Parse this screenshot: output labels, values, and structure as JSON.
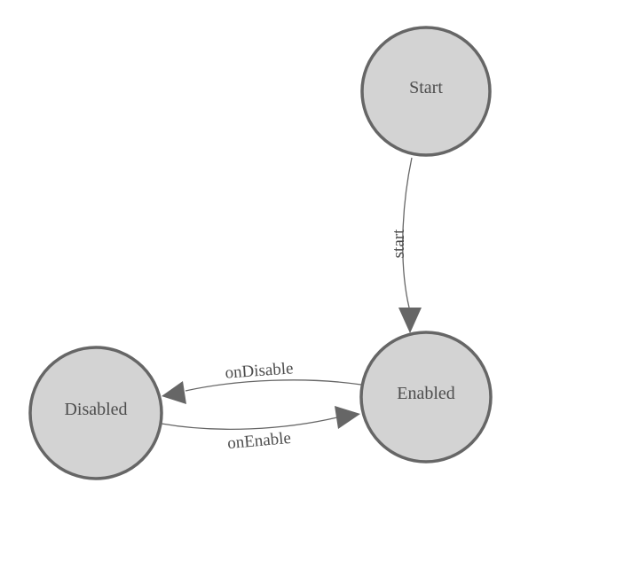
{
  "diagram": {
    "type": "state-machine",
    "nodes": [
      {
        "id": "start",
        "label": "Start"
      },
      {
        "id": "enabled",
        "label": "Enabled"
      },
      {
        "id": "disabled",
        "label": "Disabled"
      }
    ],
    "edges": [
      {
        "from": "Start",
        "to": "Enabled",
        "label": "start"
      },
      {
        "from": "Enabled",
        "to": "Disabled",
        "label": "onDisable"
      },
      {
        "from": "Disabled",
        "to": "Enabled",
        "label": "onEnable"
      }
    ],
    "colors": {
      "node_fill": "#d3d3d3",
      "node_border": "#666666",
      "edge_line": "#666666",
      "arrowhead": "#666666",
      "text": "#4d4d4d",
      "background": "#ffffff"
    }
  }
}
